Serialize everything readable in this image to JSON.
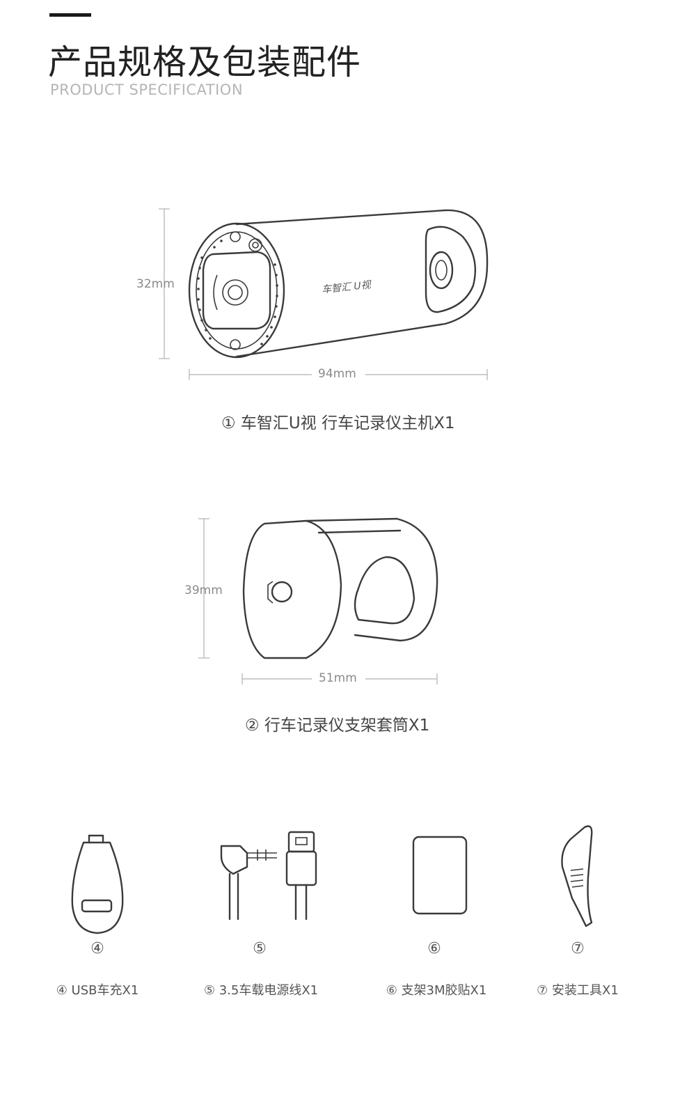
{
  "header": {
    "title": "产品规格及包装配件",
    "subtitle": "PRODUCT SPECIFICATION"
  },
  "main_unit": {
    "height_label": "32mm",
    "width_label": "94mm",
    "caption": "① 车智汇U视 行车记录仪主机X1",
    "logo_text": "车智汇 U视"
  },
  "mount_sleeve": {
    "height_label": "39mm",
    "width_label": "51mm",
    "caption": "② 行车记录仪支架套筒X1"
  },
  "accessories": [
    {
      "number": "④",
      "caption": "④ USB车充X1",
      "icon": "usb-car-charger-icon"
    },
    {
      "number": "⑤",
      "caption": "⑤ 3.5车载电源线X1",
      "icon": "power-cable-icon"
    },
    {
      "number": "⑥",
      "caption": "⑥ 支架3M胶贴X1",
      "icon": "adhesive-pad-icon"
    },
    {
      "number": "⑦",
      "caption": "⑦ 安装工具X1",
      "icon": "install-tool-icon"
    }
  ]
}
